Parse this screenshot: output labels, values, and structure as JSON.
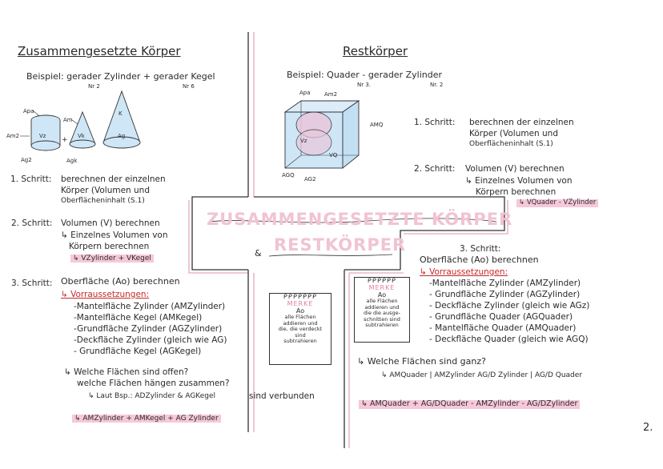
{
  "left": {
    "title": "Zusammengesetzte Körper",
    "example_label": "Beispiel:",
    "example_a": "gerader Zylinder",
    "example_plus": "+",
    "example_b": "gerader Kegel",
    "nr_a": "Nr 2",
    "nr_b": "Nr 6",
    "labels": {
      "apa": "Apa",
      "am2": "Am2",
      "am": "Am",
      "k": "K",
      "vz": "Vz",
      "vk": "Vk",
      "ag": "Ag",
      "ag2": "Ag2",
      "agk": "Agk",
      "plus": "+"
    },
    "step1_label": "1. Schritt:",
    "step1_lines": [
      "berechnen der einzelnen",
      "Körper (Volumen und",
      "Oberflächeninhalt (S.1)"
    ],
    "step2_label": "2. Schritt:",
    "step2_lines": [
      "Volumen (V) berechnen",
      "↳ Einzelnes Volumen von",
      "Körpern berechnen"
    ],
    "step2_result": "↳ VZylinder + VKegel",
    "step3_label": "3. Schritt:",
    "step3_title": "Oberfläche (Ao) berechnen",
    "step3_red": "↳ Vorraussetzungen:",
    "step3_lines": [
      "-Mantelfläche Zylinder (AMZylinder)",
      "-Mantelfläche Kegel (AMKegel)",
      "-Grundfläche Zylinder (AGZylinder)",
      "-Deckfläche Zylinder (gleich wie AG)",
      "- Grundfläche Kegel (AGKegel)"
    ],
    "q1": "↳ Welche Flächen sind offen?",
    "q2": "welche Flächen hängen zusammen?",
    "q3": "↳ Laut Bsp.: ADZylinder & AGKegel",
    "q3b": "sind verbunden",
    "final": "↳ AMZylinder + AMKegel + AG Zylinder"
  },
  "right": {
    "title": "Restkörper",
    "example_label": "Beispiel:",
    "example_a": "Quader",
    "example_minus": "-",
    "example_b": "gerader Zylinder",
    "nr_a": "Nr 3.",
    "nr_b": "Nr. 2",
    "labels": {
      "apa": "Apa",
      "am2": "Am2",
      "amq": "AMQ",
      "vz": "Vz",
      "vq": "VQ",
      "agq": "AGQ",
      "ag2": "AG2"
    },
    "step1_label": "1. Schritt:",
    "step1_lines": [
      "berechnen der einzelnen",
      "Körper (Volumen und",
      "Oberflächeninhalt (S.1)"
    ],
    "step2_label": "2. Schritt:",
    "step2_lines": [
      "Volumen (V) berechnen",
      "↳ Einzelnes Volumen von",
      "Körpern berechnen"
    ],
    "step2_result": "↳ VQuader - VZylinder",
    "step3_label": "3. Schritt:",
    "step3_title": "Oberfläche (Ao) berechnen",
    "step3_red": "↳ Vorraussetzungen:",
    "step3_lines": [
      "-Mantelfläche Zylinder (AMZylinder)",
      "- Grundfläche Zylinder (AGZylinder)",
      "- Deckfläche Zylinder (gleich wie AGz)",
      "- Grundfläche Quader (AGQuader)",
      "- Mantelfläche Quader (AMQuader)",
      "- Deckfläche Quader (gleich wie AGQ)"
    ],
    "q1": "↳ Welche Flächen sind ganz?",
    "q2": "↳ AMQuader | AMZylinder  AG/D Zylinder | AG/D Quader",
    "final": "↳ AMQuader + AG/DQuader - AMZylinder - AG/DZylinder"
  },
  "center": {
    "banner_line1": "ZUSAMMENGESETZTE KÖRPER",
    "banner_amp": "&",
    "banner_line2": "RESTKÖRPER"
  },
  "notes": {
    "left": {
      "title": "MERKE",
      "sub": "Ao",
      "body": [
        "alle Flächen",
        "addieren und",
        "die, die verdeckt",
        "sind",
        "subtrahieren"
      ]
    },
    "right": {
      "title": "MERKE",
      "sub": "Ao",
      "body": [
        "alle Flächen",
        "addieren und",
        "die die ausge-",
        "schnitten sind",
        "subtrahieren"
      ]
    }
  },
  "page_number": "2."
}
